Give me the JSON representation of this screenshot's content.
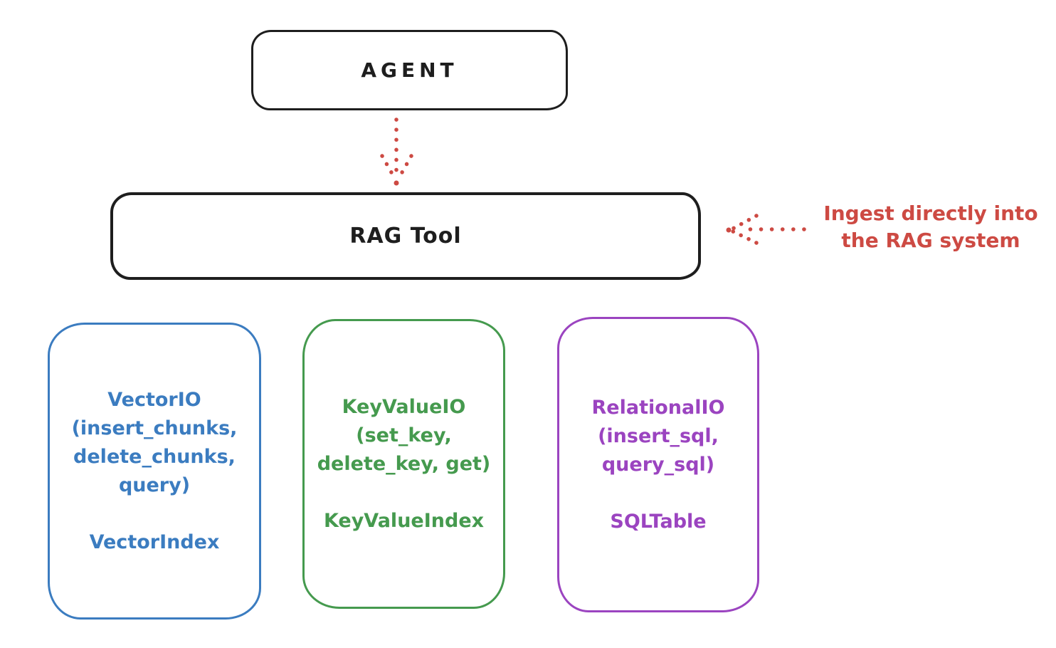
{
  "diagram": {
    "agent": {
      "label": "AGENT"
    },
    "rag_tool": {
      "label": "RAG Tool"
    },
    "annotation": {
      "line1": "Ingest directly into",
      "line2": "the RAG system"
    },
    "io_boxes": [
      {
        "name": "vector-io",
        "lines": [
          "VectorIO",
          "(insert_chunks,",
          "delete_chunks,",
          "query)"
        ],
        "index_label": "VectorIndex",
        "color": "#3b7cc0"
      },
      {
        "name": "keyvalue-io",
        "lines": [
          "KeyValueIO",
          "(set_key,",
          "delete_key, get)"
        ],
        "index_label": "KeyValueIndex",
        "color": "#459a4e"
      },
      {
        "name": "relational-io",
        "lines": [
          "RelationalIO",
          "(insert_sql,",
          "query_sql)"
        ],
        "index_label": "SQLTable",
        "color": "#9b44c0"
      }
    ],
    "colors": {
      "stroke_black": "#1e1e1e",
      "accent_red": "#cd4a43",
      "accent_blue": "#3b7cc0",
      "accent_green": "#459a4e",
      "accent_purple": "#9b44c0",
      "background": "#ffffff"
    }
  }
}
